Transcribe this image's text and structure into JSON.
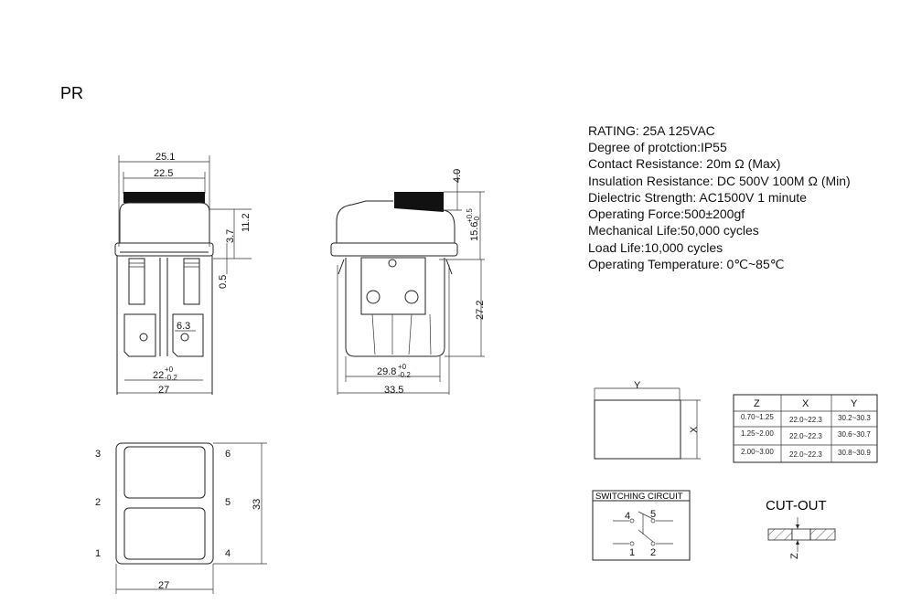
{
  "model": "PR",
  "specs": [
    "RATING: 25A 125VAC",
    "Degree of protction:IP55",
    "Contact Resistance: 20m Ω (Max)",
    "Insulation Resistance: DC 500V 100M Ω  (Min)",
    "Dielectric Strength: AC1500V 1 minute",
    "Operating Force:500±200gf",
    "Mechanical Life:50,000 cycles",
    "Load Life:10,000 cycles",
    "Operating Temperature: 0℃~85℃"
  ],
  "front_view": {
    "d_outer": "25.1",
    "d_rocker": "22.5",
    "d_37": "3.7",
    "d_112": "11.2",
    "d_05": "0.5",
    "d_63": "6.3",
    "d_22": "22",
    "d_22_tol_up": "+0",
    "d_22_tol_dn": "-0.2",
    "d_27": "27"
  },
  "side_view": {
    "d_40": "4.0",
    "d_156": "15.6",
    "d_156_tol_up": "+0.5",
    "d_156_tol_dn": "-0",
    "d_272": "27.2",
    "d_298": "29.8",
    "d_298_tol_up": "+0",
    "d_298_tol_dn": "-0.2",
    "d_335": "33.5"
  },
  "bottom_view": {
    "pins_left": [
      "3",
      "2",
      "1"
    ],
    "pins_right": [
      "6",
      "5",
      "4"
    ],
    "d_33": "33",
    "d_27": "27"
  },
  "panel": {
    "y_label": "Y",
    "x_label": "X"
  },
  "table": {
    "headers": [
      "Z",
      "X",
      "Y"
    ],
    "rows": [
      [
        "0.70~1.25",
        "22.0~22.3",
        "30.2~30.3"
      ],
      [
        "1.25~2.00",
        "22.0~22.3",
        "30.6~30.7"
      ],
      [
        "2.00~3.00",
        "22.0~22.3",
        "30.8~30.9"
      ]
    ]
  },
  "circuit": {
    "title": "SWITCHING CIRCUIT",
    "pins": [
      "4",
      "5",
      "1",
      "2"
    ]
  },
  "cutout": {
    "title": "CUT-OUT",
    "z_label": "Z"
  }
}
